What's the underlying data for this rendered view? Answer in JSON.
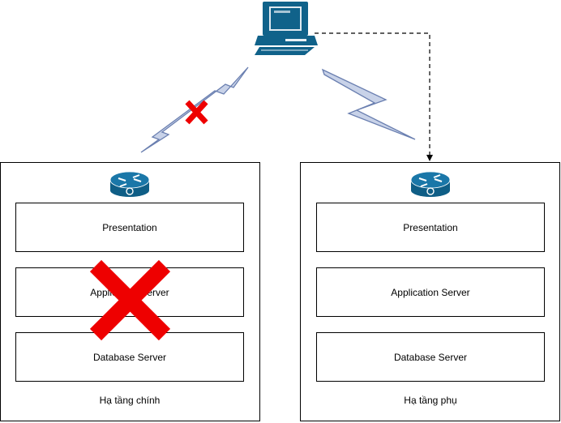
{
  "diagram": {
    "primary": {
      "caption": "Hạ tầng chính",
      "tiers": [
        "Presentation",
        "Application Server",
        "Database Server"
      ],
      "status": "failed"
    },
    "secondary": {
      "caption": "Hạ tầng phụ",
      "tiers": [
        "Presentation",
        "Application Server",
        "Database Server"
      ],
      "status": "active"
    },
    "icons": {
      "client": "workstation-icon",
      "router": "router-icon",
      "link": "lightning-link-icon",
      "failure": "red-x-icon"
    },
    "colors": {
      "device_blue": "#10628a",
      "link_fill": "#c8d2e8",
      "link_stroke": "#6a7fb0",
      "failure_red": "#ff0000"
    }
  }
}
